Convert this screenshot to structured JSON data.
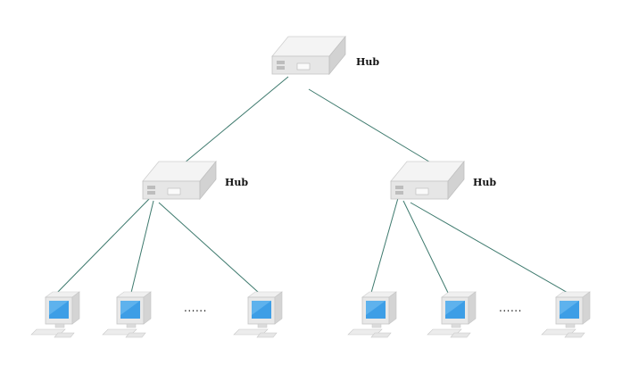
{
  "hubs": {
    "root": {
      "label": "Hub"
    },
    "left": {
      "label": "Hub"
    },
    "right": {
      "label": "Hub"
    }
  },
  "ellipsis": {
    "left": "......",
    "right": "......"
  },
  "icons": {
    "hub": "hub-device-icon",
    "computer": "desktop-computer-icon"
  },
  "colors": {
    "link": "#3e7a6e",
    "screen": "#3d9ee6",
    "device_light": "#f2f2f2",
    "device_shadow": "#c8c8c8"
  }
}
